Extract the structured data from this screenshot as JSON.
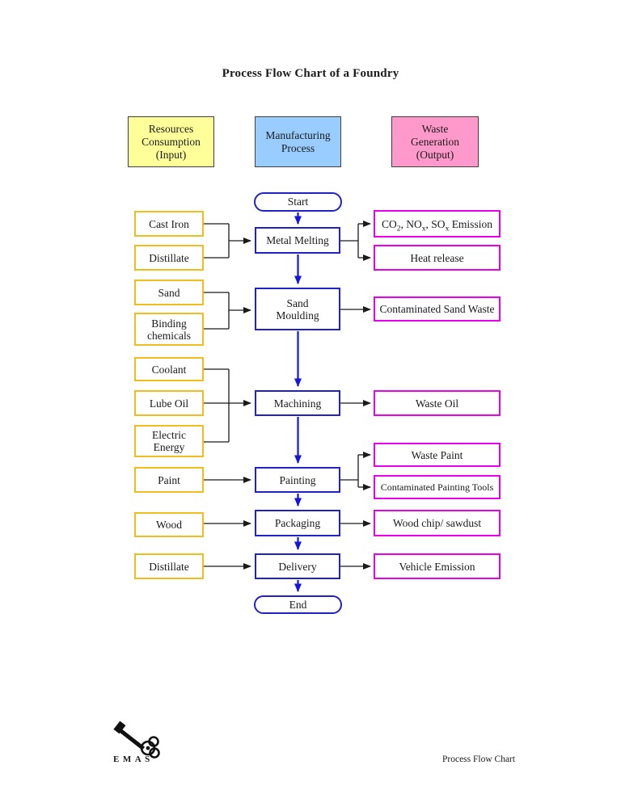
{
  "title": "Process Flow Chart of a Foundry",
  "headers": {
    "input": "Resources\nConsumption\n(Input)",
    "process": "Manufacturing\nProcess",
    "output": "Waste\nGeneration\n(Output)"
  },
  "terminals": {
    "start": "Start",
    "end": "End"
  },
  "processes": {
    "metal_melting": "Metal Melting",
    "sand_moulding": "Sand\nMoulding",
    "machining": "Machining",
    "painting": "Painting",
    "packaging": "Packaging",
    "delivery": "Delivery"
  },
  "inputs": {
    "cast_iron": "Cast Iron",
    "distillate_1": "Distillate",
    "sand": "Sand",
    "binding_chemicals": "Binding chemicals",
    "coolant": "Coolant",
    "lube_oil": "Lube Oil",
    "electric_energy": "Electric\nEnergy",
    "paint": "Paint",
    "wood": "Wood",
    "distillate_2": "Distillate"
  },
  "outputs": {
    "emission": {
      "p1": "CO",
      "sub1": "2",
      "p2": ", NO",
      "sub2": "x",
      "p3": ", SO",
      "sub3": "x",
      "p4": " Emission"
    },
    "heat_release": "Heat release",
    "contaminated_sand_waste": "Contaminated Sand Waste",
    "waste_oil": "Waste Oil",
    "waste_paint": "Waste Paint",
    "contaminated_painting_tools": "Contaminated Painting Tools",
    "wood_chip": "Wood chip/ sawdust",
    "vehicle_emission": "Vehicle Emission"
  },
  "footer": {
    "brand": "EMAS",
    "caption": "Process Flow Chart"
  },
  "colors": {
    "input_fill": "#FFFF99",
    "process_fill": "#99CCFF",
    "output_fill": "#FF99CC",
    "input_border": "#F0BE1C",
    "process_border": "#2121C8",
    "output_border": "#EB00EB",
    "arrow_blue": "#1414DC",
    "line_black": "#1a1a1a"
  }
}
